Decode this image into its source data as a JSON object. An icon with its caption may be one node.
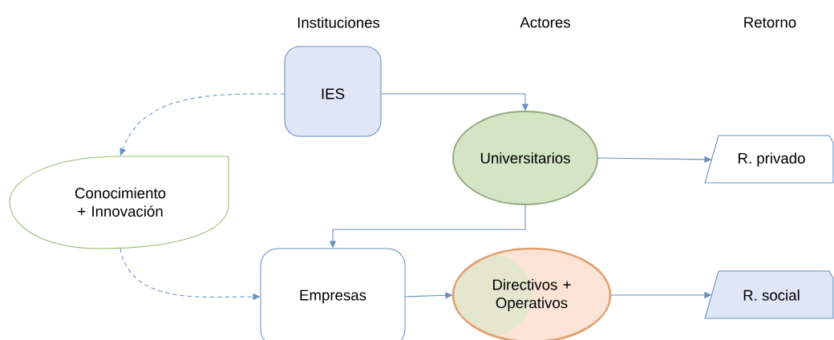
{
  "diagram": {
    "nodes": [
      {
        "text": [
          "IES"
        ]
      },
      {
        "text": [
          "Universitarios"
        ]
      },
      {
        "text": [
          "R. privado"
        ]
      },
      {
        "text": [
          "Conocimiento + Innovación"
        ]
      },
      {
        "text": [
          "Empresas"
        ]
      },
      {
        "text": [
          "Directivos + Operativos"
        ]
      },
      {
        "text": [
          "R. social"
        ]
      }
    ],
    "edges": [
      {
        "from": 0,
        "to": 1,
        "arrow": "to"
      },
      {
        "from": 0,
        "to": 3,
        "arrow": "to",
        "style": "dashed"
      },
      {
        "from": 1,
        "to": 2,
        "arrow": "to"
      },
      {
        "from": 1,
        "to": 4,
        "arrow": "to"
      },
      {
        "from": 3,
        "to": 4,
        "arrow": "to",
        "style": "dashed"
      },
      {
        "from": 4,
        "to": 5,
        "arrow": "to"
      },
      {
        "from": 5,
        "to": 6,
        "arrow": "to"
      }
    ],
    "labels": [
      "Instituciones",
      "Actores",
      "Retorno"
    ]
  }
}
